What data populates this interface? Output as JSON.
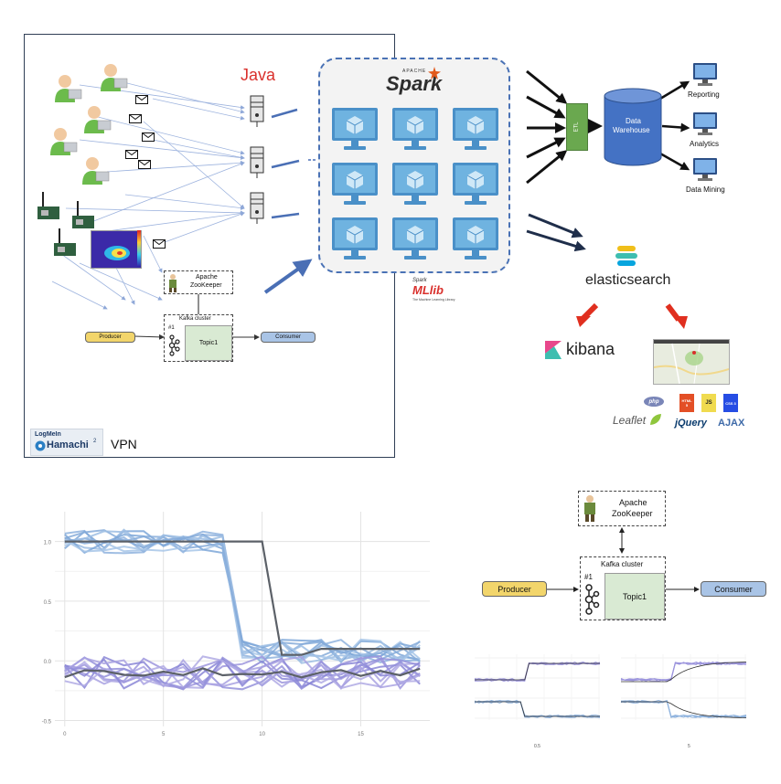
{
  "top": {
    "java_label": "Java",
    "spark": {
      "logo_small": "APACHE",
      "logo": "Spark"
    },
    "mllib": {
      "small": "Spark",
      "name": "MLlib",
      "tagline": "The Machine Learning Library"
    },
    "zookeeper": {
      "line1": "Apache",
      "line2": "ZooKeeper"
    },
    "kafka": {
      "title": "Kafka cluster",
      "partition": "#1",
      "topic": "Topic1"
    },
    "producer": "Producer",
    "consumer": "Consumer",
    "hamachi": {
      "small": "LogMeIn",
      "name": "Hamachi",
      "sup": "2"
    },
    "vpn": "VPN",
    "etl": "ETL",
    "warehouse": {
      "line1": "Data",
      "line2": "Warehouse"
    },
    "outputs": [
      "Reporting",
      "Analytics",
      "Data Mining"
    ],
    "elasticsearch": "elasticsearch",
    "kibana": "kibana",
    "tech_logos": [
      "php",
      "HTML 5",
      "JS",
      "CSS 3",
      "Leaflet",
      "jQuery",
      "AJAX"
    ],
    "colors": {
      "java": "#d9302c",
      "spark_border": "#4a72b5",
      "producer": "#f2d56b",
      "consumer": "#a9c4e6",
      "topic": "#d9ead3",
      "warehouse": "#4472c4",
      "etl": "#6aa84f",
      "red_arrow": "#e02f1f"
    }
  },
  "bottom_diagram": {
    "zookeeper": {
      "line1": "Apache",
      "line2": "ZooKeeper"
    },
    "kafka": {
      "title": "Kafka cluster",
      "partition": "#1",
      "topic": "Topic1"
    },
    "producer": "Producer",
    "consumer": "Consumer"
  },
  "chart_data": [
    {
      "type": "line",
      "x_ticks": [
        "0",
        "5",
        "10",
        "15"
      ],
      "y_ticks": [
        "1.0",
        "0.5",
        "0.0",
        "-0.5"
      ],
      "xlim": [
        -0.5,
        18.5
      ],
      "ylim": [
        -0.55,
        1.25
      ],
      "grid": true,
      "series": [
        {
          "group": "blue",
          "step_at": 8.5,
          "high": 1.0,
          "low": 0.08
        },
        {
          "group": "purple",
          "level": -0.1
        },
        {
          "group": "dark",
          "step_at": 10.5,
          "high": 1.0,
          "low": 0.05
        },
        {
          "group": "dark",
          "level": -0.1
        }
      ]
    },
    {
      "type": "line",
      "x_tick_label": "0.5"
    },
    {
      "type": "line",
      "x_tick_label": "5"
    }
  ]
}
